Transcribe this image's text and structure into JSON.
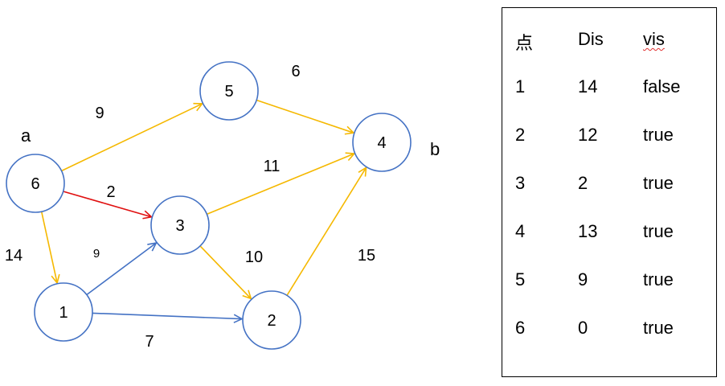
{
  "graph": {
    "nodes": [
      {
        "id": "6",
        "label": "6"
      },
      {
        "id": "5",
        "label": "5"
      },
      {
        "id": "4",
        "label": "4"
      },
      {
        "id": "3",
        "label": "3"
      },
      {
        "id": "1",
        "label": "1"
      },
      {
        "id": "2",
        "label": "2"
      }
    ],
    "edges": [
      {
        "from": "6",
        "to": "5",
        "weight": "9",
        "color": "#f5b800"
      },
      {
        "from": "5",
        "to": "4",
        "weight": "6",
        "color": "#f5b800"
      },
      {
        "from": "6",
        "to": "3",
        "weight": "2",
        "color": "#e01010"
      },
      {
        "from": "6",
        "to": "1",
        "weight": "14",
        "color": "#f5b800"
      },
      {
        "from": "3",
        "to": "4",
        "weight": "11",
        "color": "#f5b800"
      },
      {
        "from": "1",
        "to": "3",
        "weight": "9",
        "color": "#4472c4"
      },
      {
        "from": "3",
        "to": "2",
        "weight": "10",
        "color": "#f5b800"
      },
      {
        "from": "1",
        "to": "2",
        "weight": "7",
        "color": "#4472c4"
      },
      {
        "from": "2",
        "to": "4",
        "weight": "15",
        "color": "#f5b800"
      }
    ],
    "start_label": "a",
    "end_label": "b",
    "node_stroke_color": "#4472c4"
  },
  "table": {
    "headers": [
      "点",
      "Dis",
      "vis"
    ],
    "rows": [
      [
        "1",
        "14",
        "false"
      ],
      [
        "2",
        "12",
        "true"
      ],
      [
        "3",
        "2",
        "true"
      ],
      [
        "4",
        "13",
        "true"
      ],
      [
        "5",
        "9",
        "true"
      ],
      [
        "6",
        "0",
        "true"
      ]
    ]
  }
}
